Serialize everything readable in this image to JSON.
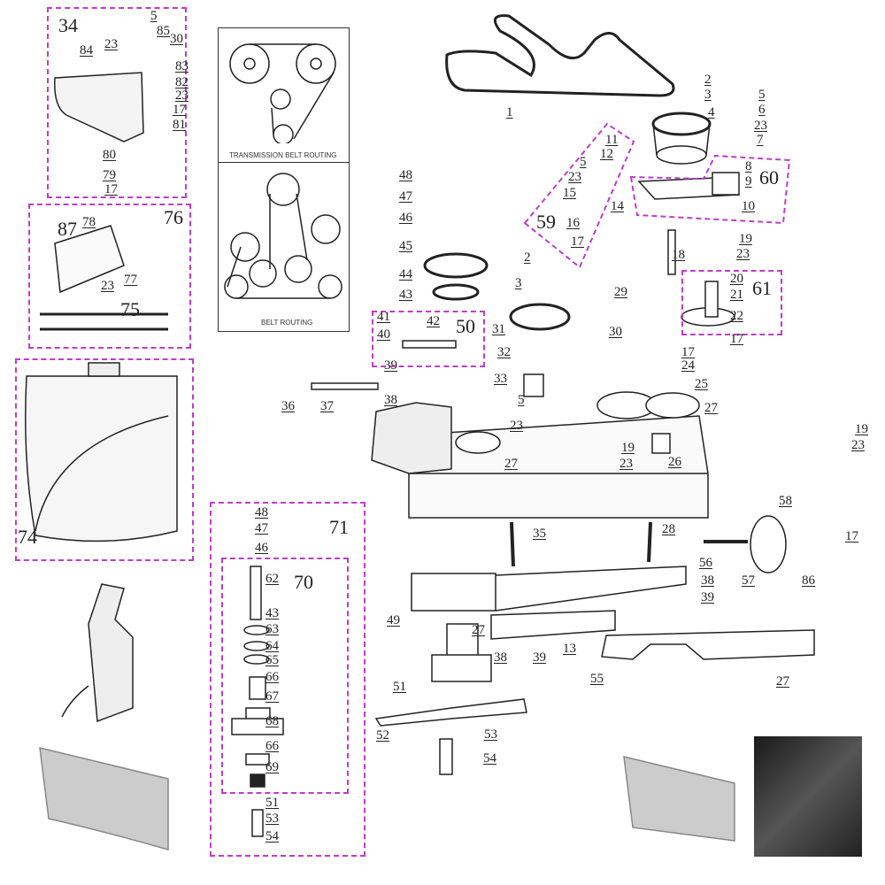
{
  "colors": {
    "callout_box": "#c03cc8",
    "line": "#222222"
  },
  "panels": {
    "transmission_caption": "TRANSMISSION BELT ROUTING",
    "belt_caption": "BELT ROUTING"
  },
  "callouts": [
    "34",
    "5",
    "85",
    "30",
    "23",
    "84",
    "83",
    "82",
    "23",
    "17",
    "81",
    "80",
    "79",
    "17",
    "76",
    "87",
    "78",
    "77",
    "23",
    "75",
    "74",
    "1",
    "2",
    "3",
    "4",
    "5",
    "6",
    "23",
    "7",
    "8",
    "9",
    "60",
    "10",
    "11",
    "12",
    "5",
    "23",
    "15",
    "59",
    "16",
    "14",
    "17",
    "18",
    "19",
    "23",
    "61",
    "20",
    "21",
    "22",
    "17",
    "48",
    "47",
    "46",
    "45",
    "44",
    "43",
    "2",
    "3",
    "31",
    "32",
    "33",
    "50",
    "41",
    "42",
    "40",
    "39",
    "38",
    "36",
    "37",
    "29",
    "30",
    "17",
    "24",
    "25",
    "27",
    "5",
    "23",
    "27",
    "19",
    "23",
    "26",
    "19",
    "23",
    "35",
    "28",
    "58",
    "17",
    "56",
    "57",
    "86",
    "38",
    "39",
    "49",
    "27",
    "13",
    "38",
    "39",
    "55",
    "51",
    "52",
    "53",
    "54",
    "27",
    "48",
    "47",
    "46",
    "71",
    "70",
    "62",
    "43",
    "63",
    "64",
    "65",
    "66",
    "67",
    "68",
    "66",
    "69",
    "51",
    "53",
    "54"
  ]
}
